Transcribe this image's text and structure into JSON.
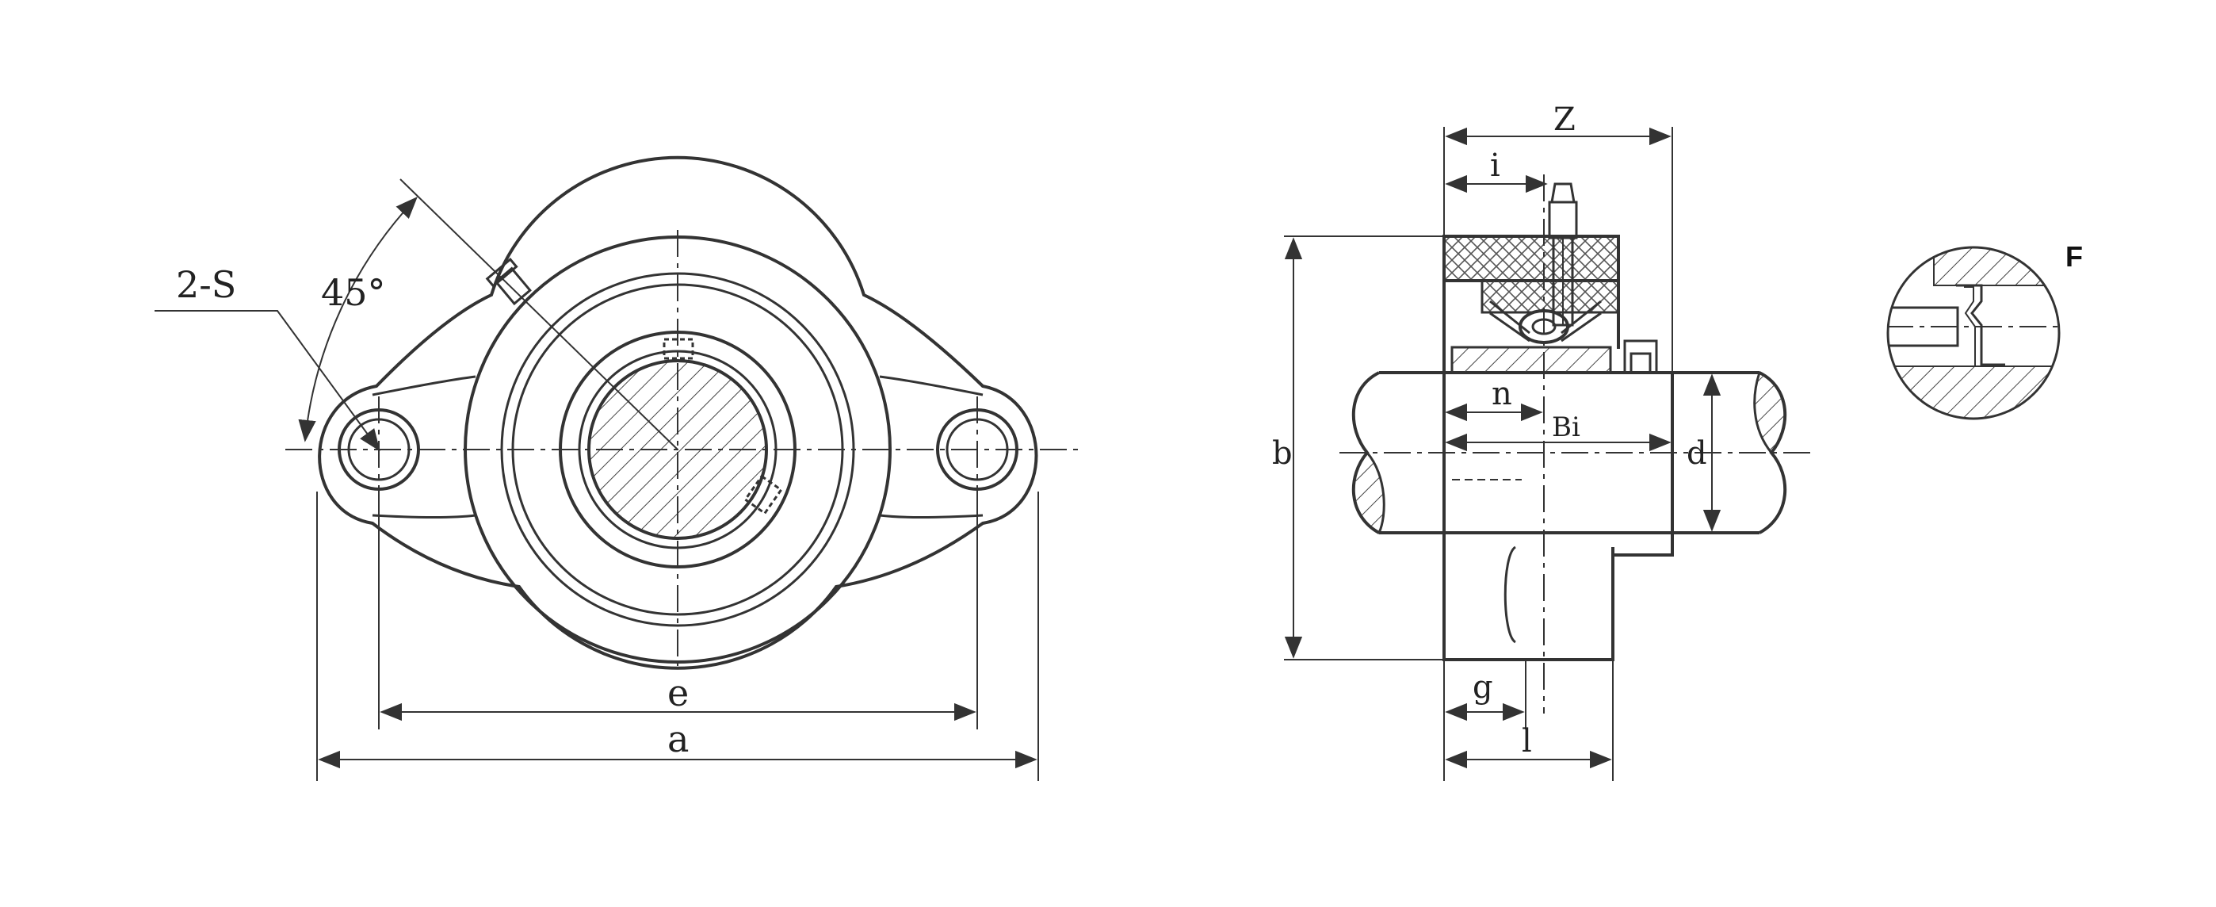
{
  "front_view": {
    "labels": {
      "holes": "2-S",
      "angle": "45°",
      "bolt_spacing": "e",
      "overall_length": "a"
    }
  },
  "side_view": {
    "labels": {
      "width_z": "Z",
      "offset_i": "i",
      "height_b": "b",
      "offset_n": "n",
      "inner_width": "Bi",
      "bore_d": "d",
      "offset_g": "g",
      "length_l": "l"
    }
  },
  "detail_view": {
    "labels": {
      "detail": "F"
    }
  },
  "colors": {
    "line": "#333333",
    "background": "#ffffff"
  }
}
